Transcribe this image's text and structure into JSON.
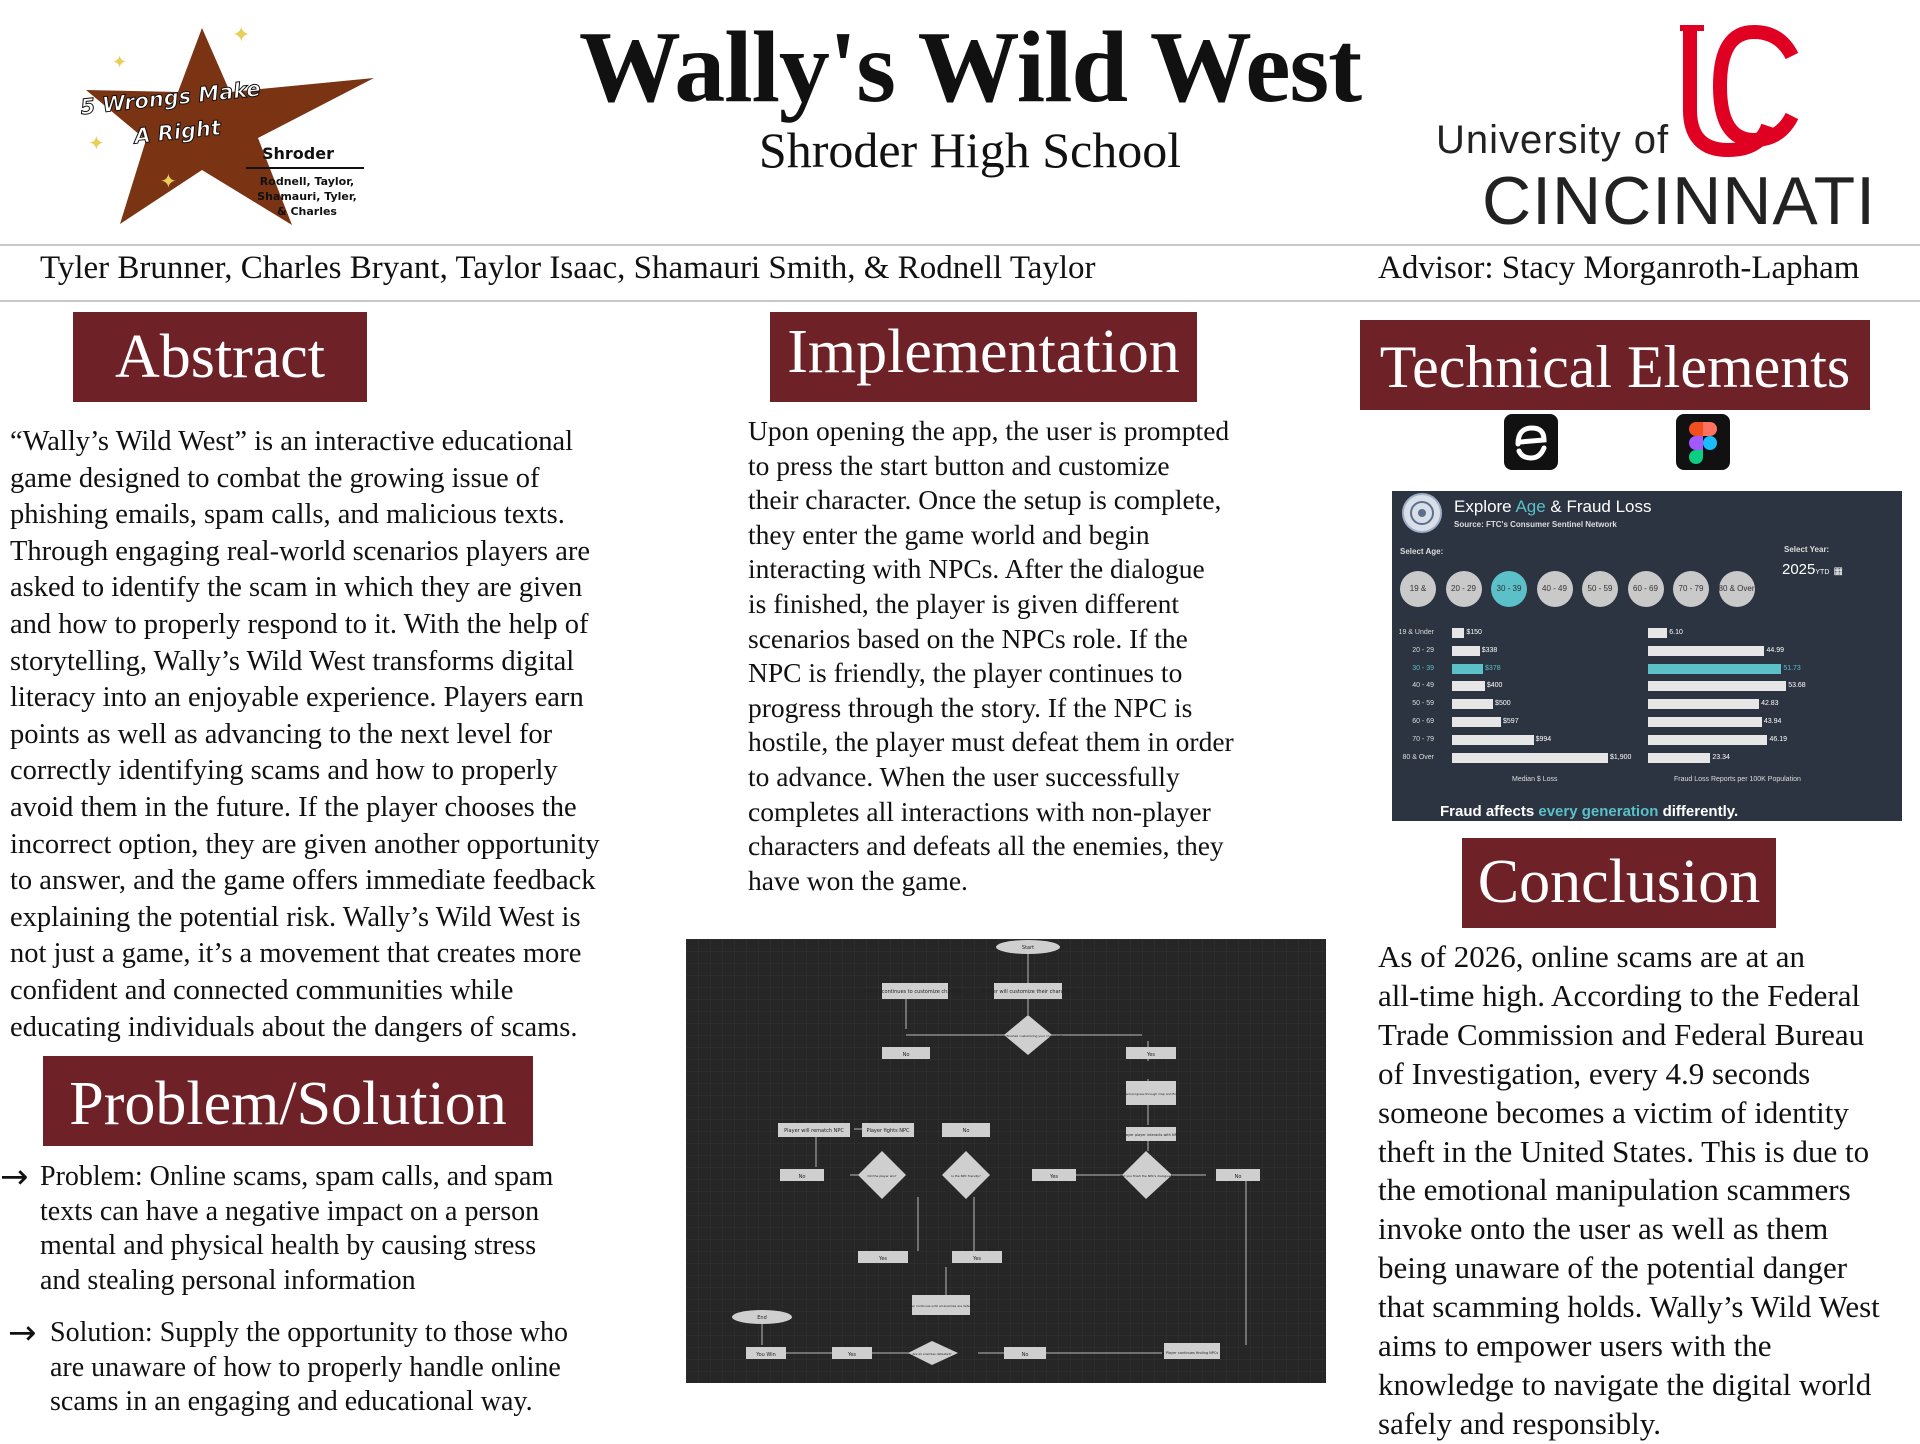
{
  "logo": {
    "line1": "5 Wrongs Make",
    "line2": "A Right",
    "school": "Shroder",
    "names_1": "Rodnell, Taylor,",
    "names_2": "Shamauri, Tyler,",
    "names_3": "& Charles",
    "color": "#7a3414"
  },
  "header": {
    "title": "Wally's Wild West",
    "subtitle": "Shroder High School",
    "authors": "Tyler Brunner, Charles Bryant, Taylor Isaac, Shamauri Smith, & Rodnell Taylor",
    "advisor": "Advisor: Stacy Morganroth-Lapham"
  },
  "uc_logo": {
    "university_of": "University of",
    "cincinnati": "CINCINNATI",
    "red": "#e00122"
  },
  "accent": "#6e2227",
  "abstract": {
    "heading": "Abstract",
    "lines": [
      "“Wally’s Wild West” is an interactive educational",
      "game designed to combat the growing issue of",
      "phishing emails, spam calls, and malicious texts.",
      "Through engaging real-world scenarios players are",
      "asked to identify the scam in which they are given",
      "and how to properly respond to it. With the help of",
      "storytelling, Wally’s Wild West transforms digital",
      "literacy into an enjoyable experience. Players earn",
      "points as well as advancing to the next level for",
      "correctly identifying scams and how to properly",
      "avoid them in the future. If the player chooses the",
      "incorrect option, they are given another opportunity",
      "to answer, and the game offers immediate feedback",
      "explaining the potential risk. Wally’s Wild West is",
      "not just a game, it’s a movement that creates more",
      "confident and connected communities while",
      "educating individuals about the dangers of scams."
    ]
  },
  "problem_solution": {
    "heading": "Problem/Solution",
    "problem_lines": [
      "Problem: Online scams, spam calls, and spam",
      "texts can have a negative impact on a person",
      "mental and physical health by causing stress",
      "and stealing personal information"
    ],
    "solution_lines": [
      "Solution: Supply the opportunity to those who",
      "are unaware of how to properly handle online",
      "scams in an engaging and educational way."
    ]
  },
  "implementation": {
    "heading": "Implementation",
    "lines": [
      "Upon opening the app, the user is prompted",
      "to press the start button and customize",
      "their character. Once the setup is complete,",
      "they enter the game world and begin",
      "interacting with NPCs. After the dialogue",
      "is finished, the player is given different",
      "scenarios based on the NPCs role. If the",
      "NPC is friendly, the player continues to",
      "progress through the story. If the NPC is",
      "hostile, the player must defeat them in order",
      "to advance. When the user successfully",
      "completes all interactions with non-player",
      "characters and defeats all the enemies, they",
      "have won the game."
    ]
  },
  "flowchart": {
    "start": "Start",
    "end": "End",
    "customize": "Player will customize their character",
    "continues_customize": "Player continues to customize character",
    "finished_q": "Are you finished customizing your character?",
    "no": "No",
    "yes": "Yes",
    "progress": "Player will progress through map and find NPCs",
    "interacts": "Player player interacts with NPC",
    "rematch": "Player will rematch NPC",
    "fights": "Player fights NPC",
    "won_q": "Did the player win?",
    "friendly_q": "Is the NPC friendly?",
    "finish_dialogue_q": "Did you finish the NPC's dialogue?",
    "defeated": "Player continues until all enemies are defeated",
    "all_defeated_q": "Are all enemies defeated?",
    "you_win": "You Win",
    "finding": "Player continues finding NPCs"
  },
  "technical": {
    "heading": "Technical Elements",
    "icon1": "engine-icon",
    "icon2": "figma-icon",
    "dashboard": {
      "title_pre": "Explore ",
      "title_hl": "Age",
      "title_post": " & Fraud Loss",
      "source": "Source: FTC's Consumer Sentinel Network",
      "select_age": "Select Age:",
      "select_year": "Select Year:",
      "year": "2025",
      "ytd": "YTD",
      "ages": [
        "19 & Under",
        "20 - 29",
        "30 - 39",
        "40 - 49",
        "50 - 59",
        "60 - 69",
        "70 - 79",
        "80 & Over"
      ],
      "row_labels": [
        "19 & Under",
        "20 - 29",
        "30 - 39",
        "40 - 49",
        "50 - 59",
        "60 - 69",
        "70 - 79",
        "80 & Over"
      ],
      "loss_labels": [
        "$150",
        "$338",
        "$378",
        "$400",
        "$500",
        "$597",
        "$994",
        "$1,900"
      ],
      "loss_values": [
        150,
        338,
        378,
        400,
        500,
        597,
        994,
        1900
      ],
      "report_labels": [
        "6.10",
        "44.99",
        "51.73",
        "53.68",
        "42.83",
        "43.94",
        "46.19",
        "23.34"
      ],
      "report_values": [
        6.1,
        44.99,
        51.73,
        53.68,
        42.83,
        43.94,
        46.19,
        23.34
      ],
      "axis_loss": "Median $ Loss",
      "axis_reports": "Fraud Loss Reports per 100K Population",
      "footer_pre": "Fraud affects ",
      "footer_hl": "every generation",
      "footer_post": " differently.",
      "highlight": "#5bc0c8"
    }
  },
  "conclusion": {
    "heading": "Conclusion",
    "lines": [
      "As of 2026, online scams are at an",
      "all-time high. According to the Federal",
      "Trade Commission and Federal Bureau",
      "of Investigation, every 4.9 seconds",
      "someone becomes a victim of identity",
      "theft in the United States. This is due to",
      "the emotional manipulation scammers",
      "invoke onto the user as well as them",
      "being unaware of the potential danger",
      "that scamming holds. Wally’s Wild West",
      "aims to empower users with the",
      "knowledge to navigate the digital world",
      "safely and responsibly."
    ]
  }
}
